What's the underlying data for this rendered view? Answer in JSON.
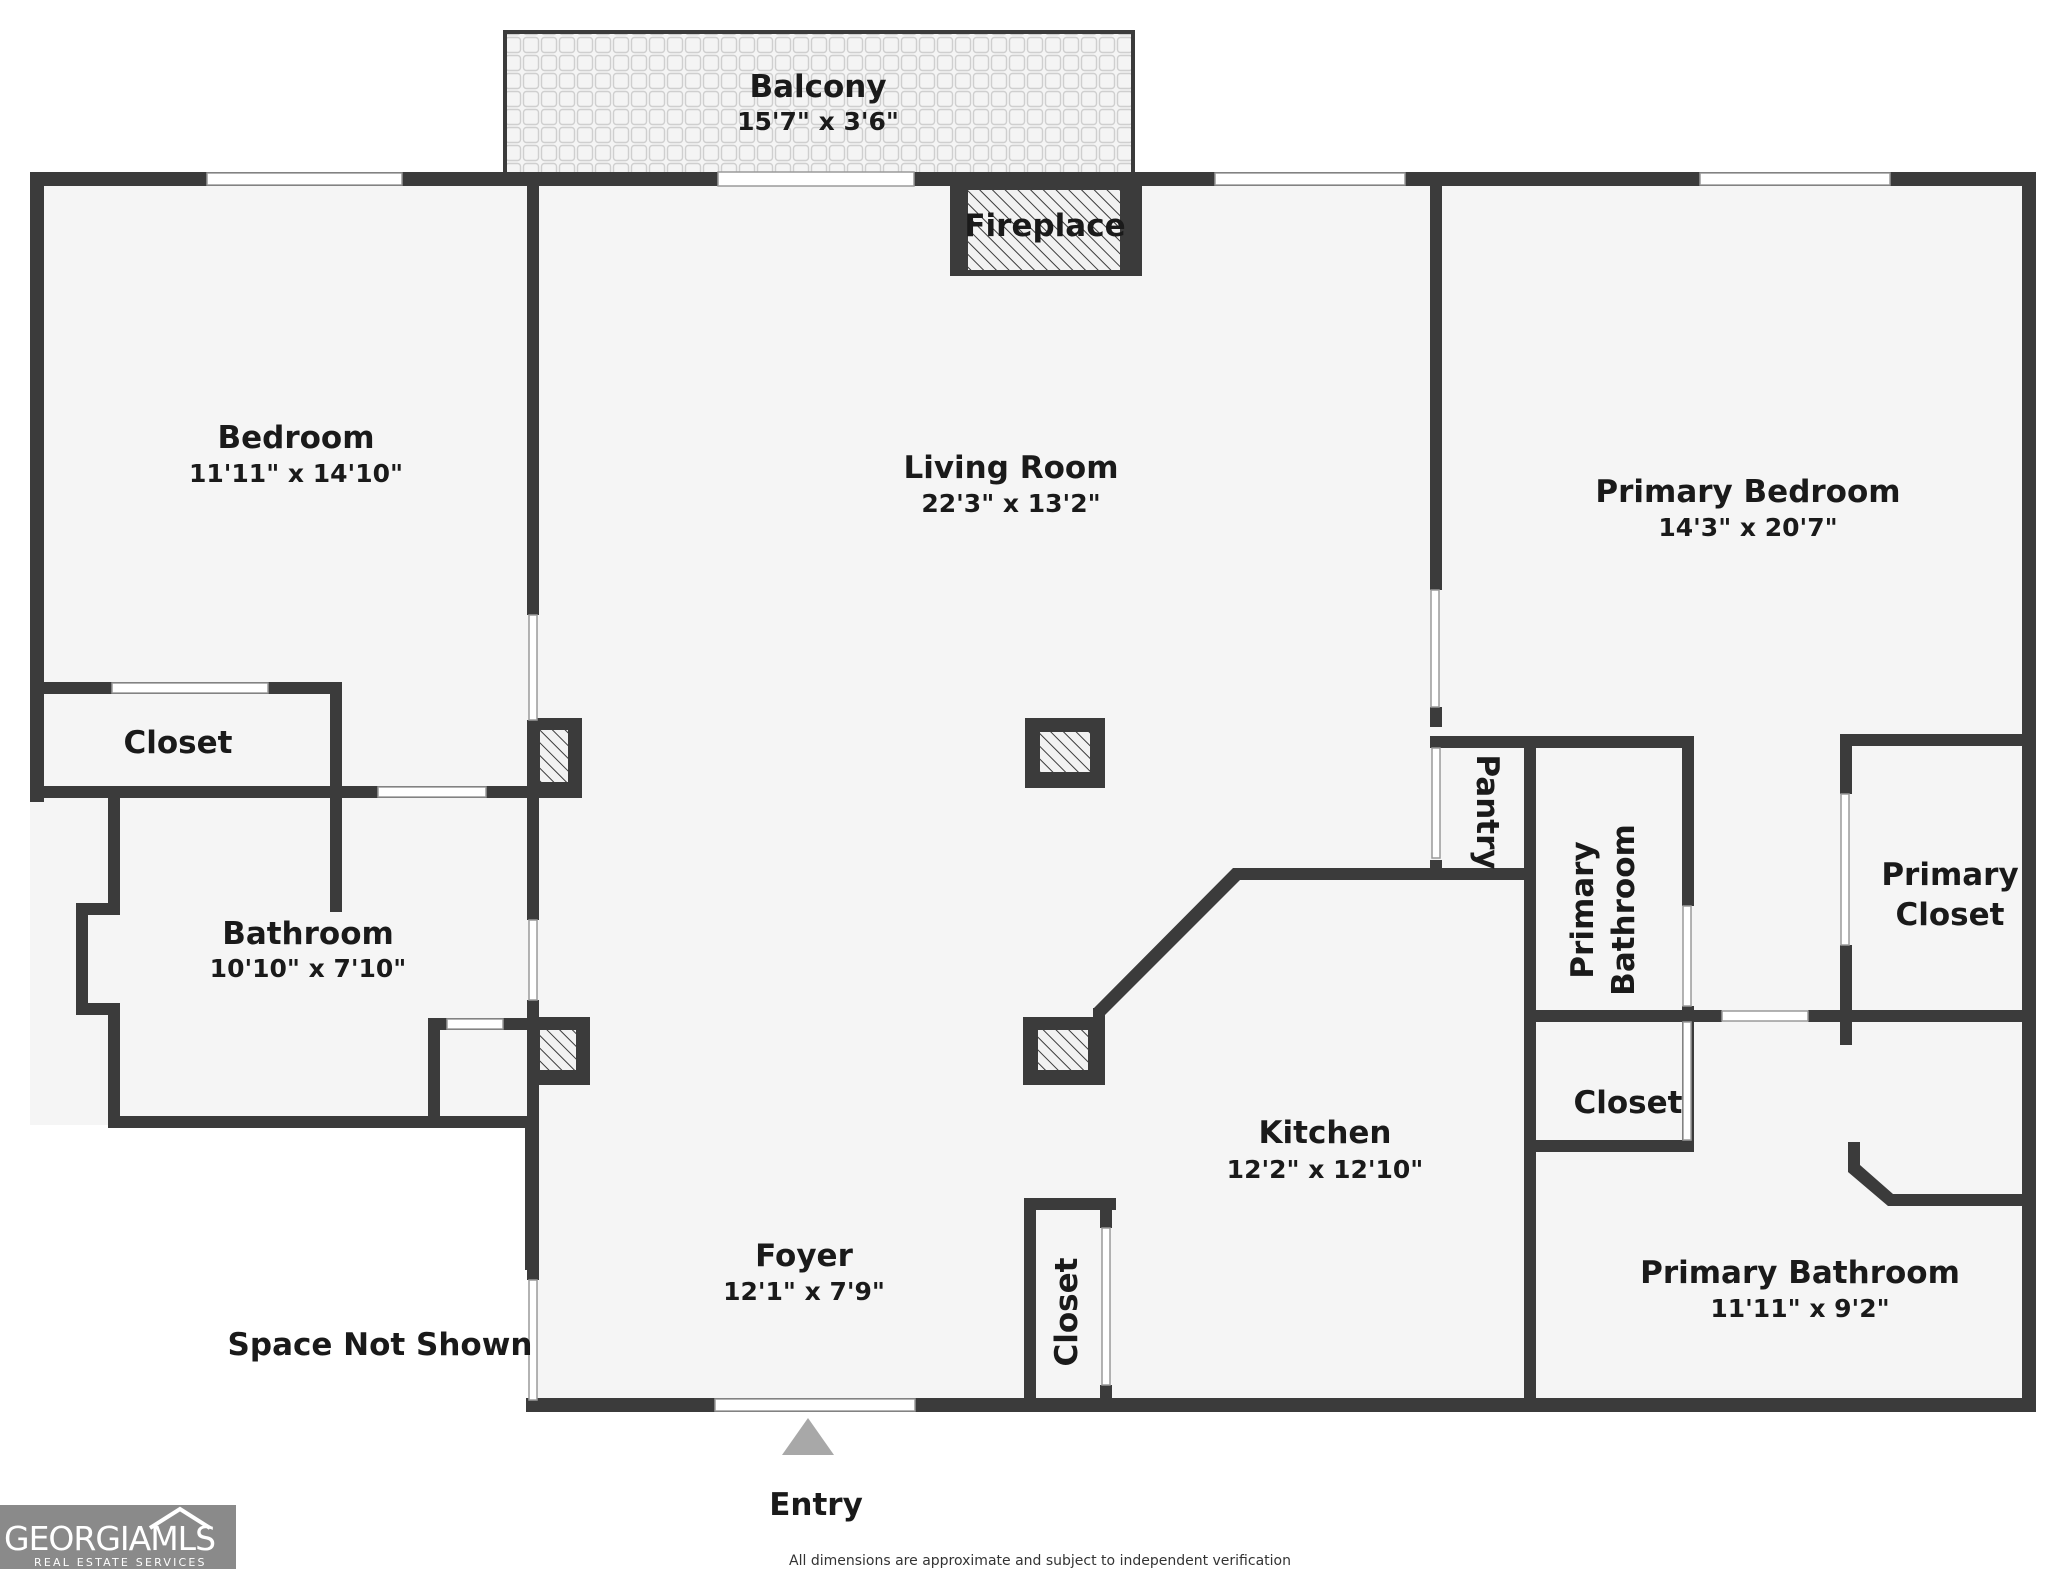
{
  "rooms": {
    "balcony": {
      "name": "Balcony",
      "dims": "15'7\" x 3'6\""
    },
    "bedroom": {
      "name": "Bedroom",
      "dims": "11'11\" x 14'10\""
    },
    "living_room": {
      "name": "Living Room",
      "dims": "22'3\" x 13'2\""
    },
    "primary_bedroom": {
      "name": "Primary Bedroom",
      "dims": "14'3\" x 20'7\""
    },
    "closet_1": {
      "name": "Closet"
    },
    "bathroom": {
      "name": "Bathroom",
      "dims": "10'10\" x 7'10\""
    },
    "fireplace": {
      "name": "Fireplace"
    },
    "pantry": {
      "name": "Pantry"
    },
    "primary_bathroom_small": {
      "line1": "Primary",
      "line2": "Bathroom"
    },
    "primary_closet": {
      "line1": "Primary",
      "line2": "Closet"
    },
    "closet_2": {
      "name": "Closet"
    },
    "kitchen": {
      "name": "Kitchen",
      "dims": "12'2\" x 12'10\""
    },
    "foyer": {
      "name": "Foyer",
      "dims": "12'1\" x 7'9\""
    },
    "closet_3": {
      "name": "Closet"
    },
    "primary_bathroom": {
      "name": "Primary Bathroom",
      "dims": "11'11\" x 9'2\""
    }
  },
  "labels": {
    "space_not_shown": "Space Not Shown",
    "entry": "Entry",
    "disclaimer": "All dimensions are approximate and subject to independent verification"
  },
  "logo": {
    "main": "GEORGIAMLS",
    "sub": "REAL ESTATE SERVICES"
  },
  "colors": {
    "wall": "#3b3b3b",
    "floor": "#f5f5f5",
    "entry_arrow": "#a8a8a8"
  }
}
